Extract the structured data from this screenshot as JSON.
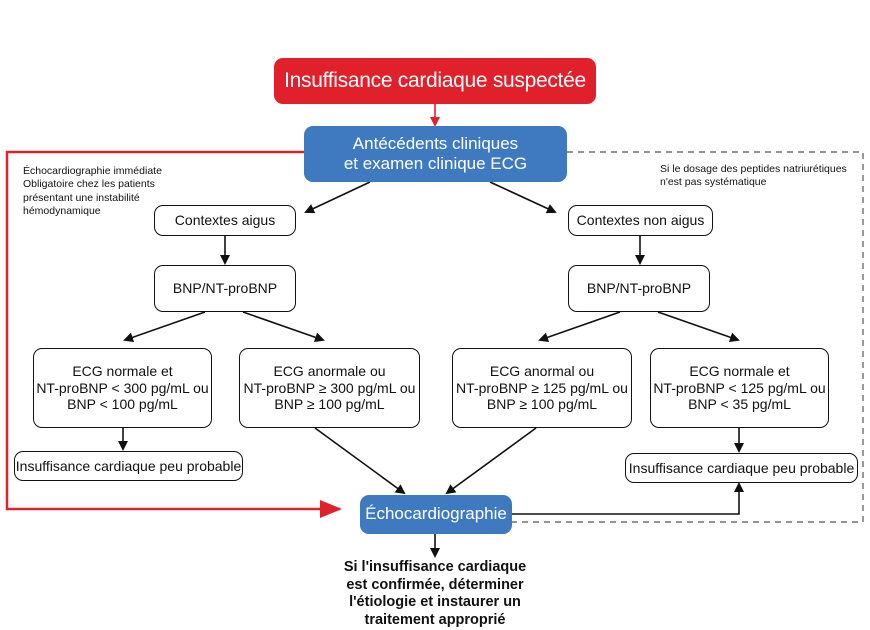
{
  "title_box": "Insuffisance cardiaque suspectée",
  "history_box": [
    "Antécédents cliniques",
    "et examen clinique ECG"
  ],
  "left_note": [
    "Échocardiographie immédiate",
    "Obligatoire chez les patients",
    "présentant une instabilité",
    "hémodynamique"
  ],
  "right_note": [
    "Si le dosage des peptides natriurétiques",
    "n'est pas systématique"
  ],
  "acute": {
    "context": "Contextes aigus",
    "test": "BNP/NT-proBNP",
    "normal": [
      "ECG normale et",
      "NT-proBNP < 300 pg/mL ou",
      "BNP < 100 pg/mL"
    ],
    "abnormal": [
      "ECG anormale ou",
      "NT-proBNP ≥ 300 pg/mL ou",
      "BNP ≥ 100 pg/mL"
    ],
    "unlikely": "Insuffisance cardiaque peu probable"
  },
  "non_acute": {
    "context": "Contextes non aigus",
    "test": "BNP/NT-proBNP",
    "abnormal": [
      "ECG anormal ou",
      "NT-proBNP ≥ 125 pg/mL ou",
      "BNP ≥ 100 pg/mL"
    ],
    "normal": [
      "ECG normale et",
      "NT-proBNP < 125 pg/mL ou",
      "BNP < 35 pg/mL"
    ],
    "unlikely": "Insuffisance cardiaque peu probable"
  },
  "echo_box": "Échocardiographie",
  "final_text": [
    "Si l'insuffisance cardiaque",
    "est confirmée, déterminer",
    "l'étiologie et instaurer un",
    "traitement approprié"
  ],
  "colors": {
    "red": "#e0202a",
    "blue": "#3f7ac0",
    "line": "#111111",
    "dashed": "#555555"
  }
}
